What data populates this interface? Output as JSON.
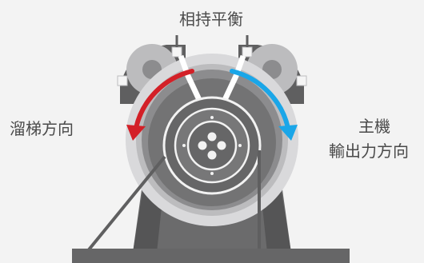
{
  "labels": {
    "top": "相持平衡",
    "left": "溜梯方向",
    "right_line1": "主機",
    "right_line2": "輸出力方向"
  },
  "colors": {
    "background": "#f3f3f3",
    "body_dark": "#5f5f60",
    "body_mid": "#8c8c8e",
    "body_light": "#bcbcbe",
    "ring_light": "#d9d9db",
    "drum": "#737374",
    "arrow_left": "#d32027",
    "arrow_right": "#1aa6e8",
    "text": "#4a4a4a"
  },
  "icons": {
    "arrow_left": "counterclockwise-red-arrow",
    "arrow_right": "clockwise-blue-arrow"
  }
}
